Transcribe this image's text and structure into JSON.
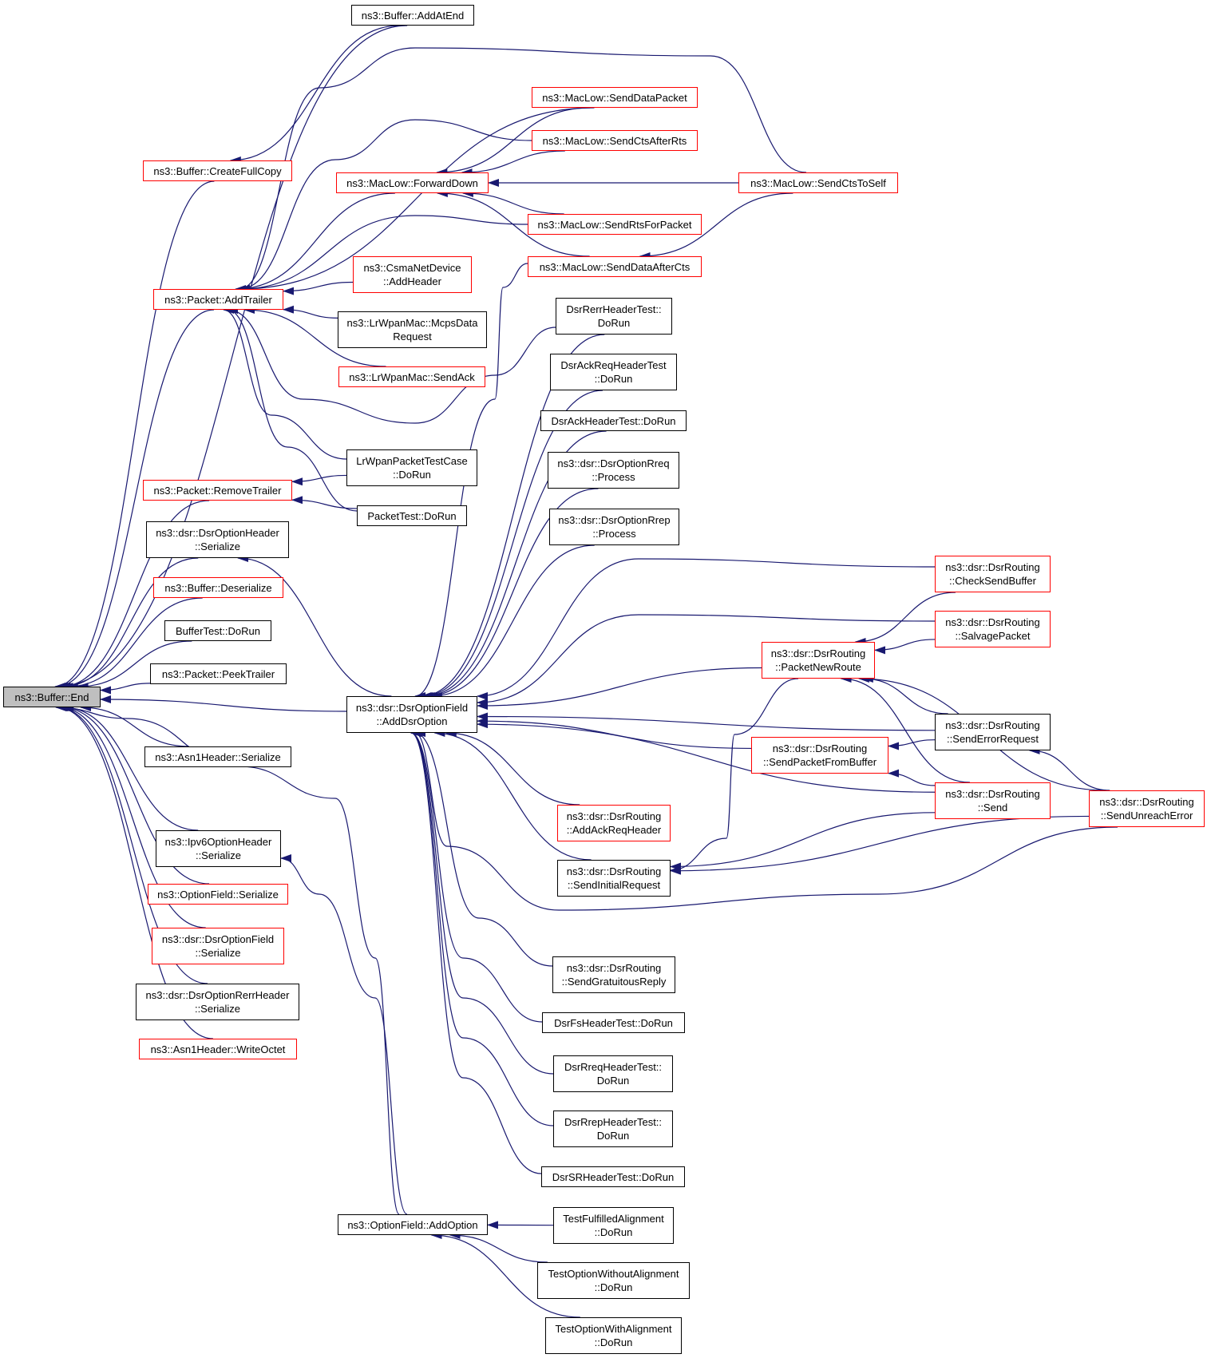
{
  "graph": {
    "edge_color": "#191970",
    "current_fill": "#bfbfbf",
    "truncated_border": "#ff0000",
    "nodes": [
      {
        "id": "end",
        "label": "ns3::Buffer::End",
        "style": "current"
      },
      {
        "id": "addatend",
        "label": "ns3::Buffer::AddAtEnd",
        "style": "normal"
      },
      {
        "id": "createfullcopy",
        "label": "ns3::Buffer::CreateFullCopy",
        "style": "red"
      },
      {
        "id": "addtrailer",
        "label": "ns3::Packet::AddTrailer",
        "style": "red"
      },
      {
        "id": "removetrailer",
        "label": "ns3::Packet::RemoveTrailer",
        "style": "red"
      },
      {
        "id": "dsroptionheader_ser",
        "label": "ns3::dsr::DsrOptionHeader\n::Serialize",
        "style": "normal"
      },
      {
        "id": "buffer_deser",
        "label": "ns3::Buffer::Deserialize",
        "style": "red"
      },
      {
        "id": "buffertest",
        "label": "BufferTest::DoRun",
        "style": "normal"
      },
      {
        "id": "peektrailer",
        "label": "ns3::Packet::PeekTrailer",
        "style": "normal"
      },
      {
        "id": "asn1_ser",
        "label": "ns3::Asn1Header::Serialize",
        "style": "normal"
      },
      {
        "id": "ipv6opt_ser",
        "label": "ns3::Ipv6OptionHeader\n::Serialize",
        "style": "normal"
      },
      {
        "id": "optionfield_ser",
        "label": "ns3::OptionField::Serialize",
        "style": "red"
      },
      {
        "id": "dsroptionfield_ser",
        "label": "ns3::dsr::DsrOptionField\n::Serialize",
        "style": "red"
      },
      {
        "id": "dsroptionrerr_ser",
        "label": "ns3::dsr::DsrOptionRerrHeader\n::Serialize",
        "style": "normal"
      },
      {
        "id": "asn1_writeoctet",
        "label": "ns3::Asn1Header::WriteOctet",
        "style": "red"
      },
      {
        "id": "sendcdatapacket",
        "label": "ns3::MacLow::SendDataPacket",
        "style": "red"
      },
      {
        "id": "sendctsafterrts",
        "label": "ns3::MacLow::SendCtsAfterRts",
        "style": "red"
      },
      {
        "id": "forwarddown",
        "label": "ns3::MacLow::ForwardDown",
        "style": "red"
      },
      {
        "id": "sendctstoself",
        "label": "ns3::MacLow::SendCtsToSelf",
        "style": "red"
      },
      {
        "id": "sendrtsforpacket",
        "label": "ns3::MacLow::SendRtsForPacket",
        "style": "red"
      },
      {
        "id": "senddataaftercts",
        "label": "ns3::MacLow::SendDataAfterCts",
        "style": "red"
      },
      {
        "id": "csma_addheader",
        "label": "ns3::CsmaNetDevice\n::AddHeader",
        "style": "red"
      },
      {
        "id": "mcpsdata",
        "label": "ns3::LrWpanMac::McpsData\nRequest",
        "style": "normal"
      },
      {
        "id": "sendack",
        "label": "ns3::LrWpanMac::SendAck",
        "style": "red"
      },
      {
        "id": "lrwpantest",
        "label": "LrWpanPacketTestCase\n::DoRun",
        "style": "normal"
      },
      {
        "id": "packettest",
        "label": "PacketTest::DoRun",
        "style": "normal"
      },
      {
        "id": "dsrrerrtest",
        "label": "DsrRerrHeaderTest::\nDoRun",
        "style": "normal"
      },
      {
        "id": "dsrackreqtest",
        "label": "DsrAckReqHeaderTest\n::DoRun",
        "style": "normal"
      },
      {
        "id": "dsracktest",
        "label": "DsrAckHeaderTest::DoRun",
        "style": "normal"
      },
      {
        "id": "rreq_process",
        "label": "ns3::dsr::DsrOptionRreq\n::Process",
        "style": "normal"
      },
      {
        "id": "rrep_process",
        "label": "ns3::dsr::DsrOptionRrep\n::Process",
        "style": "normal"
      },
      {
        "id": "adddsroption",
        "label": "ns3::dsr::DsrOptionField\n::AddDsrOption",
        "style": "normal"
      },
      {
        "id": "checksendbuffer",
        "label": "ns3::dsr::DsrRouting\n::CheckSendBuffer",
        "style": "red"
      },
      {
        "id": "salvagepacket",
        "label": "ns3::dsr::DsrRouting\n::SalvagePacket",
        "style": "red"
      },
      {
        "id": "packetnewroute",
        "label": "ns3::dsr::DsrRouting\n::PacketNewRoute",
        "style": "red"
      },
      {
        "id": "senderrorrequest",
        "label": "ns3::dsr::DsrRouting\n::SendErrorRequest",
        "style": "normal"
      },
      {
        "id": "sendpacketfrombuffer",
        "label": "ns3::dsr::DsrRouting\n::SendPacketFromBuffer",
        "style": "red"
      },
      {
        "id": "dsr_send",
        "label": "ns3::dsr::DsrRouting\n::Send",
        "style": "red"
      },
      {
        "id": "sendunreacherror",
        "label": "ns3::dsr::DsrRouting\n::SendUnreachError",
        "style": "red"
      },
      {
        "id": "addackreqheader",
        "label": "ns3::dsr::DsrRouting\n::AddAckReqHeader",
        "style": "red"
      },
      {
        "id": "sendinitialrequest",
        "label": "ns3::dsr::DsrRouting\n::SendInitialRequest",
        "style": "normal"
      },
      {
        "id": "sendgratuitousreply",
        "label": "ns3::dsr::DsrRouting\n::SendGratuitousReply",
        "style": "normal"
      },
      {
        "id": "dsrfstest",
        "label": "DsrFsHeaderTest::DoRun",
        "style": "normal"
      },
      {
        "id": "dsrrreqtest",
        "label": "DsrRreqHeaderTest::\nDoRun",
        "style": "normal"
      },
      {
        "id": "dsrreptest",
        "label": "DsrRrepHeaderTest::\nDoRun",
        "style": "normal"
      },
      {
        "id": "dsrsrtest",
        "label": "DsrSRHeaderTest::DoRun",
        "style": "normal"
      },
      {
        "id": "addoption",
        "label": "ns3::OptionField::AddOption",
        "style": "normal"
      },
      {
        "id": "testfulfilled",
        "label": "TestFulfilledAlignment\n::DoRun",
        "style": "normal"
      },
      {
        "id": "testwithout",
        "label": "TestOptionWithoutAlignment\n::DoRun",
        "style": "normal"
      },
      {
        "id": "testwith",
        "label": "TestOptionWithAlignment\n::DoRun",
        "style": "normal"
      }
    ],
    "edges": [
      [
        "addatend",
        "end"
      ],
      [
        "createfullcopy",
        "end"
      ],
      [
        "addtrailer",
        "end"
      ],
      [
        "removetrailer",
        "end"
      ],
      [
        "dsroptionheader_ser",
        "end"
      ],
      [
        "buffer_deser",
        "end"
      ],
      [
        "buffertest",
        "end"
      ],
      [
        "peektrailer",
        "end"
      ],
      [
        "adddsroption",
        "end"
      ],
      [
        "asn1_ser",
        "end"
      ],
      [
        "ipv6opt_ser",
        "end"
      ],
      [
        "optionfield_ser",
        "end"
      ],
      [
        "dsroptionfield_ser",
        "end"
      ],
      [
        "dsroptionrerr_ser",
        "end"
      ],
      [
        "asn1_writeoctet",
        "end"
      ],
      [
        "addoption",
        "end"
      ],
      [
        "addatend",
        "createfullcopy"
      ],
      [
        "forwarddown",
        "addtrailer"
      ],
      [
        "sendcdatapacket",
        "addtrailer"
      ],
      [
        "sendctsafterrts",
        "addtrailer"
      ],
      [
        "sendctstoself",
        "addtrailer"
      ],
      [
        "sendrtsforpacket",
        "addtrailer"
      ],
      [
        "csma_addheader",
        "addtrailer"
      ],
      [
        "mcpsdata",
        "addtrailer"
      ],
      [
        "sendack",
        "addtrailer"
      ],
      [
        "lrwpantest",
        "addtrailer"
      ],
      [
        "packettest",
        "addtrailer"
      ],
      [
        "dsrrerrtest",
        "addtrailer"
      ],
      [
        "sendcdatapacket",
        "forwarddown"
      ],
      [
        "sendctsafterrts",
        "forwarddown"
      ],
      [
        "sendctstoself",
        "forwarddown"
      ],
      [
        "sendrtsforpacket",
        "forwarddown"
      ],
      [
        "senddataaftercts",
        "forwarddown"
      ],
      [
        "sendctstoself",
        "senddataaftercts"
      ],
      [
        "lrwpantest",
        "removetrailer"
      ],
      [
        "packettest",
        "removetrailer"
      ],
      [
        "adddsroption",
        "dsroptionheader_ser"
      ],
      [
        "addoption",
        "ipv6opt_ser"
      ],
      [
        "senddataaftercts",
        "adddsroption"
      ],
      [
        "dsrrerrtest",
        "adddsroption"
      ],
      [
        "dsrackreqtest",
        "adddsroption"
      ],
      [
        "dsracktest",
        "adddsroption"
      ],
      [
        "rreq_process",
        "adddsroption"
      ],
      [
        "rrep_process",
        "adddsroption"
      ],
      [
        "checksendbuffer",
        "adddsroption"
      ],
      [
        "salvagepacket",
        "adddsroption"
      ],
      [
        "packetnewroute",
        "adddsroption"
      ],
      [
        "senderrorrequest",
        "adddsroption"
      ],
      [
        "sendpacketfrombuffer",
        "adddsroption"
      ],
      [
        "dsr_send",
        "adddsroption"
      ],
      [
        "addackreqheader",
        "adddsroption"
      ],
      [
        "sendinitialrequest",
        "adddsroption"
      ],
      [
        "sendunreacherror",
        "adddsroption"
      ],
      [
        "sendgratuitousreply",
        "adddsroption"
      ],
      [
        "dsrfstest",
        "adddsroption"
      ],
      [
        "dsrrreqtest",
        "adddsroption"
      ],
      [
        "dsrreptest",
        "adddsroption"
      ],
      [
        "dsrsrtest",
        "adddsroption"
      ],
      [
        "checksendbuffer",
        "packetnewroute"
      ],
      [
        "salvagepacket",
        "packetnewroute"
      ],
      [
        "senderrorrequest",
        "packetnewroute"
      ],
      [
        "dsr_send",
        "packetnewroute"
      ],
      [
        "sendunreacherror",
        "packetnewroute"
      ],
      [
        "senderrorrequest",
        "sendpacketfrombuffer"
      ],
      [
        "dsr_send",
        "sendpacketfrombuffer"
      ],
      [
        "sendunreacherror",
        "senderrorrequest"
      ],
      [
        "packetnewroute",
        "sendinitialrequest"
      ],
      [
        "dsr_send",
        "sendinitialrequest"
      ],
      [
        "sendunreacherror",
        "sendinitialrequest"
      ],
      [
        "testfulfilled",
        "addoption"
      ],
      [
        "testwithout",
        "addoption"
      ],
      [
        "testwith",
        "addoption"
      ]
    ]
  }
}
